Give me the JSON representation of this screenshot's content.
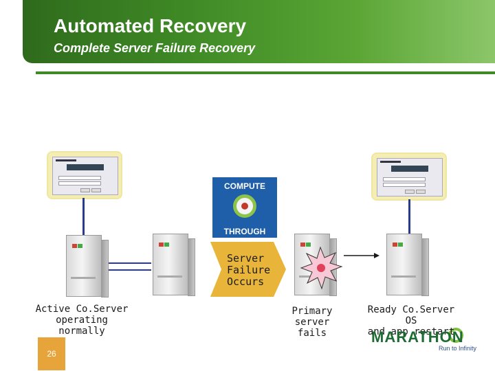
{
  "slide": {
    "title": "Automated Recovery",
    "subtitle": "Complete Server Failure Recovery",
    "page_number": "26"
  },
  "compute_badge": {
    "top_label": "COMPUTE",
    "bottom_label": "THROUGH"
  },
  "failure_banner": {
    "text_line1": "Server",
    "text_line2": "Failure",
    "text_line3": "Occurs"
  },
  "captions": {
    "active": {
      "line1": "Active Co.Server",
      "line2": "operating normally"
    },
    "primary": {
      "line1": "Primary server",
      "line2": "fails"
    },
    "ready": {
      "line1": "Ready Co.Server OS",
      "line2": "and app restart"
    }
  },
  "brand": {
    "name": "MARATHON",
    "tagline": "Run to Infinity"
  },
  "colors": {
    "header_green": "#3f8a26",
    "connector_blue": "#2b3a8a",
    "badge_blue": "#1f5ea8",
    "failure_yellow": "#e8b53a",
    "page_orange": "#e6a43a"
  }
}
